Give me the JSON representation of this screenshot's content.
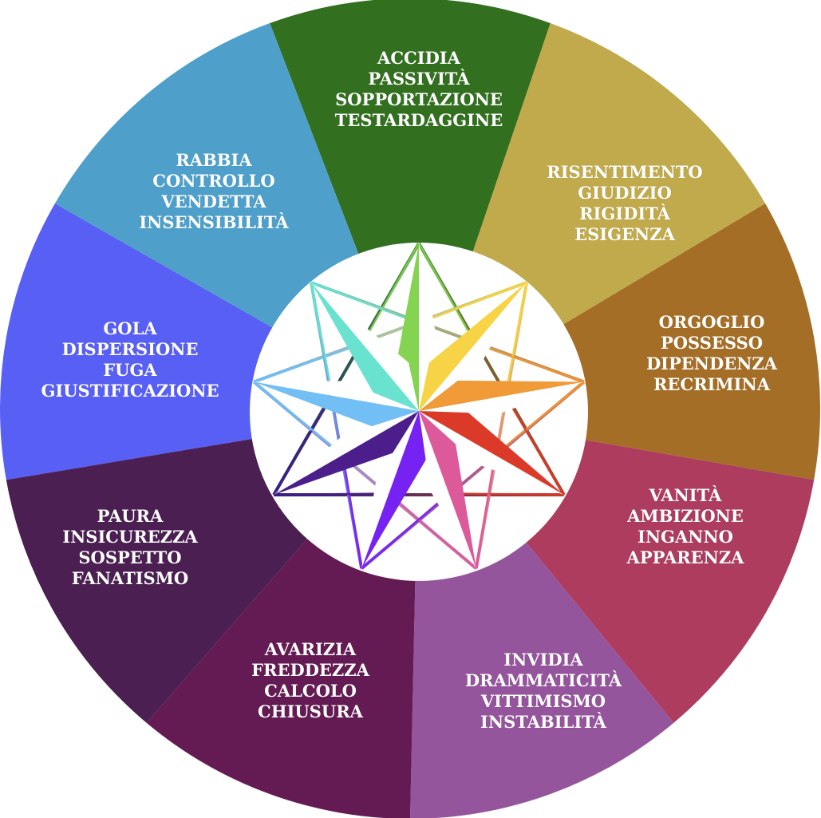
{
  "diagram": {
    "segments": [
      {
        "id": "accidia",
        "color": "#327020",
        "star_color": "#84d452",
        "lines": [
          "ACCIDIA",
          "PASSIVITÀ",
          "SOPPORTAZIONE",
          "TESTARDAGGINE"
        ]
      },
      {
        "id": "risentimento",
        "color": "#c0aa4c",
        "star_color": "#f7d446",
        "lines": [
          "RISENTIMENTO",
          "GIUDIZIO",
          "RIGIDITÀ",
          "ESIGENZA"
        ]
      },
      {
        "id": "orgoglio",
        "color": "#a46e26",
        "star_color": "#f09a38",
        "lines": [
          "ORGOGLIO",
          "POSSESSO",
          "DIPENDENZA",
          "RECRIMINA"
        ]
      },
      {
        "id": "vanita",
        "color": "#ad3c5e",
        "star_color": "#db3a28",
        "lines": [
          "VANITÀ",
          "AMBIZIONE",
          "INGANNO",
          "APPARENZA"
        ]
      },
      {
        "id": "invidia",
        "color": "#95559c",
        "star_color": "#dc5a9a",
        "lines": [
          "INVIDIA",
          "DRAMMATICITÀ",
          "VITTIMISMO",
          "INSTABILITÀ"
        ]
      },
      {
        "id": "avarizia",
        "color": "#641a52",
        "star_color": "#7622f2",
        "lines": [
          "AVARIZIA",
          "FREDDEZZA",
          "CALCOLO",
          "CHIUSURA"
        ]
      },
      {
        "id": "paura",
        "color": "#4b1f52",
        "star_color": "#4b1e8c",
        "lines": [
          "PAURA",
          "INSICUREZZA",
          "SOSPETTO",
          "FANATISMO"
        ]
      },
      {
        "id": "gola",
        "color": "#585ff4",
        "star_color": "#72bff6",
        "lines": [
          "GOLA",
          "DISPERSIONE",
          "FUGA",
          "GIUSTIFICAZIONE"
        ]
      },
      {
        "id": "rabbia",
        "color": "#4ea0cb",
        "star_color": "#6ae2d0",
        "lines": [
          "RABBIA",
          "CONTROLLO",
          "VENDETTA",
          "INSENSIBILITÀ"
        ]
      }
    ],
    "triangle_colors": [
      [
        "#3e8a2e",
        "#b63a30",
        "#1c1f7a"
      ],
      [
        "#e8d04a",
        "#d9609a",
        "#70b6ee"
      ],
      [
        "#e07a30",
        "#7a3cf2",
        "#6ad8c8"
      ]
    ],
    "center_fill": "#ffffff",
    "text_color": "#ffffff"
  }
}
